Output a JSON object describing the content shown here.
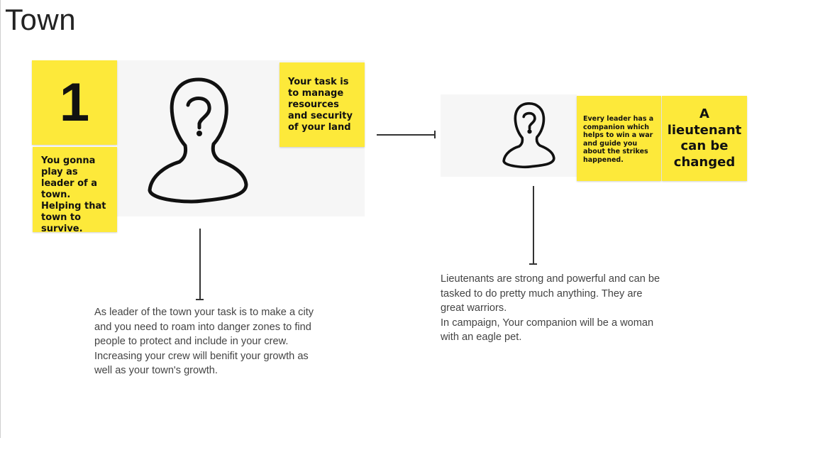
{
  "board": {
    "title": "Town"
  },
  "leader_section": {
    "number_note": "1",
    "intro_note": "You gonna play as leader of a town. Helping that town to survive.",
    "task_note": "Your task is to manage resources and security of your land",
    "avatar_icon": "person-unknown-icon",
    "caption_lines": [
      "As leader of the town your task is to make a city and you need to roam into danger zones to find people to protect and include in your crew.",
      "Increasing your crew will benifit your growth as well as your town's growth."
    ]
  },
  "lieutenant_section": {
    "companion_note": "Every leader has a companion which helps to win a war and guide you about the strikes happened.",
    "change_note": "A lieutenant can be changed",
    "avatar_icon": "person-unknown-icon",
    "caption_lines": [
      "Lieutenants are strong and powerful and can be tasked to do pretty much anything. They are great warriors.",
      "In campaign, Your companion will be a woman with an eagle pet."
    ]
  },
  "colors": {
    "sticky": "#fde93a",
    "frame": "#f6f6f6",
    "text": "#444444"
  }
}
